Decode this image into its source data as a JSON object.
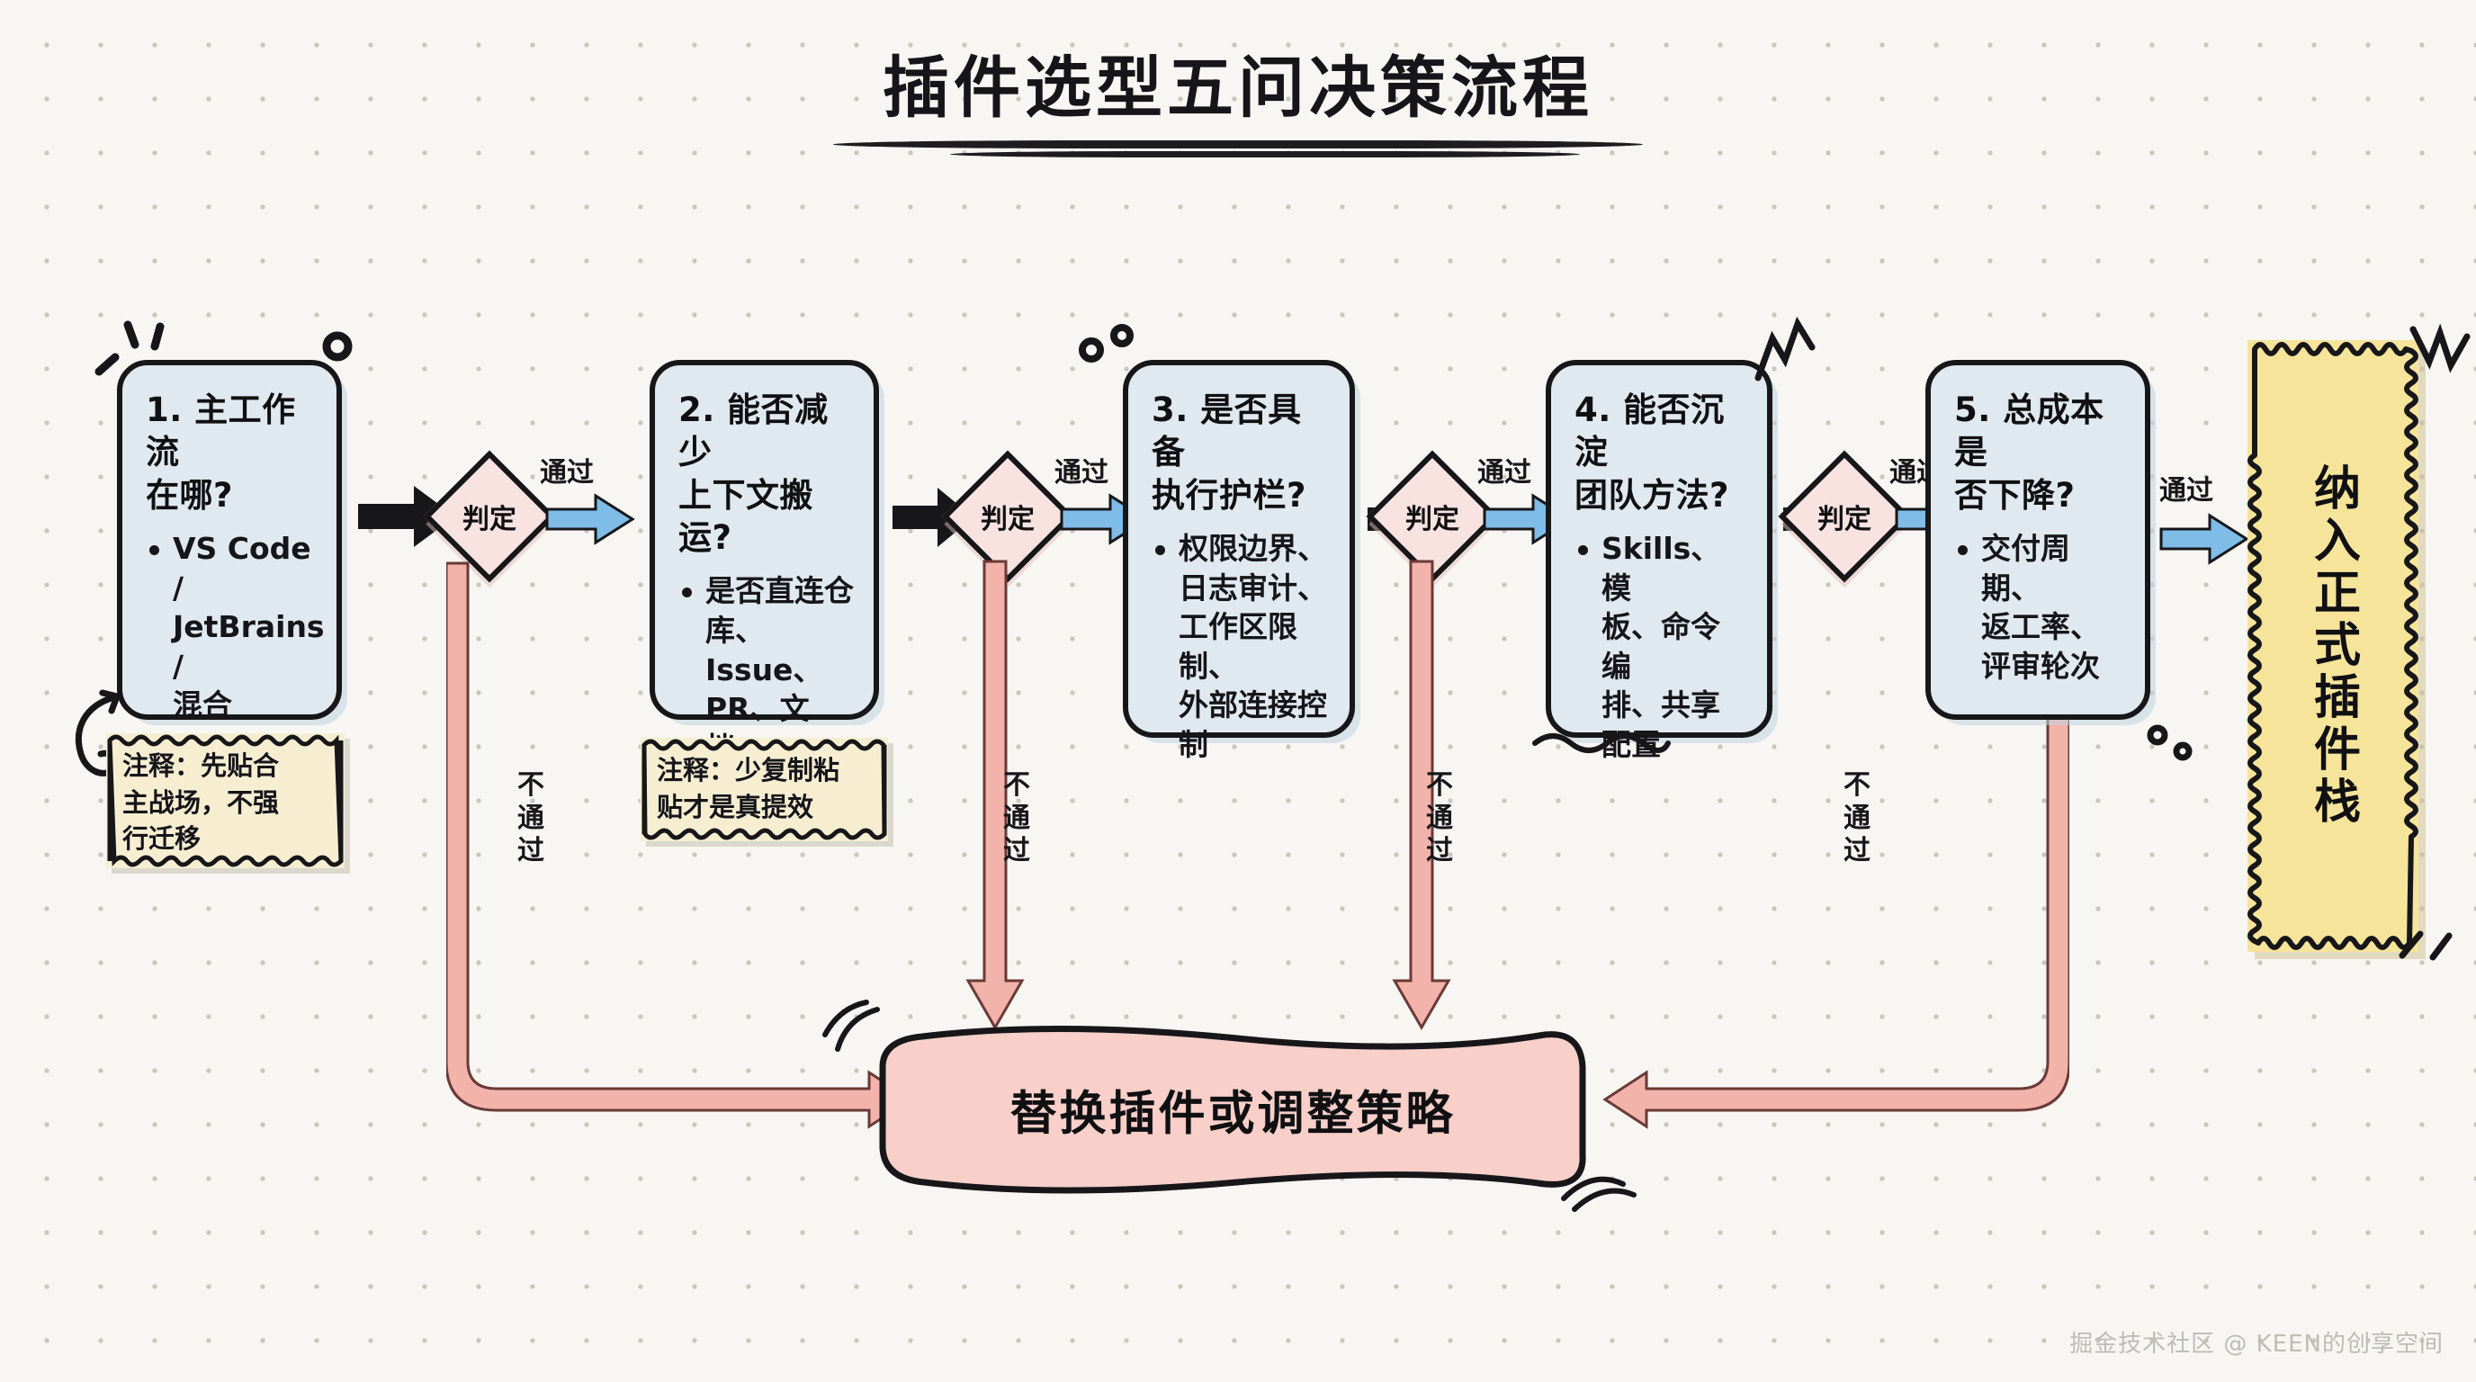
{
  "title": "插件选型五问决策流程",
  "decision_label": "判定",
  "pass_label": "通过",
  "fail_label": "不通过",
  "steps": [
    {
      "title": "1. 主工作流\n在哪?",
      "bullets": [
        "VS Code /\nJetBrains /\n混合"
      ],
      "note": "注释：先贴合\n主战场，不强\n行迁移"
    },
    {
      "title": "2. 能否减少\n上下文搬运?",
      "bullets": [
        "是否直连仓\n库、Issue、\nPR、文档、\n终端"
      ],
      "note": "注释：少复制粘\n贴才是真提效"
    },
    {
      "title": "3. 是否具备\n执行护栏?",
      "bullets": [
        "权限边界、\n日志审计、\n工作区限制、\n外部连接控制"
      ],
      "note": ""
    },
    {
      "title": "4. 能否沉淀\n团队方法?",
      "bullets": [
        "Skills、模\n板、命令编\n排、共享\n配置"
      ],
      "note": ""
    },
    {
      "title": "5. 总成本是\n否下降?",
      "bullets": [
        "交付周期、\n返工率、\n评审轮次"
      ],
      "note": ""
    }
  ],
  "final_node": "纳入正式插件栈",
  "reject_node": "替换插件或调整策略",
  "watermark": "掘金技术社区 @ KEEN的创享空间",
  "colors": {
    "page_background": "#f7f6f2",
    "question_box_fill": "#dfe9ef",
    "note_fill": "#f7eed2",
    "diamond_fill": "#f8e3e0",
    "final_fill": "#f6e49b",
    "reject_fill": "#f8cfc9",
    "ink": "#17171a",
    "pass_arrow": "#7fbce8",
    "fail_arrow": "#f2b3ab"
  }
}
